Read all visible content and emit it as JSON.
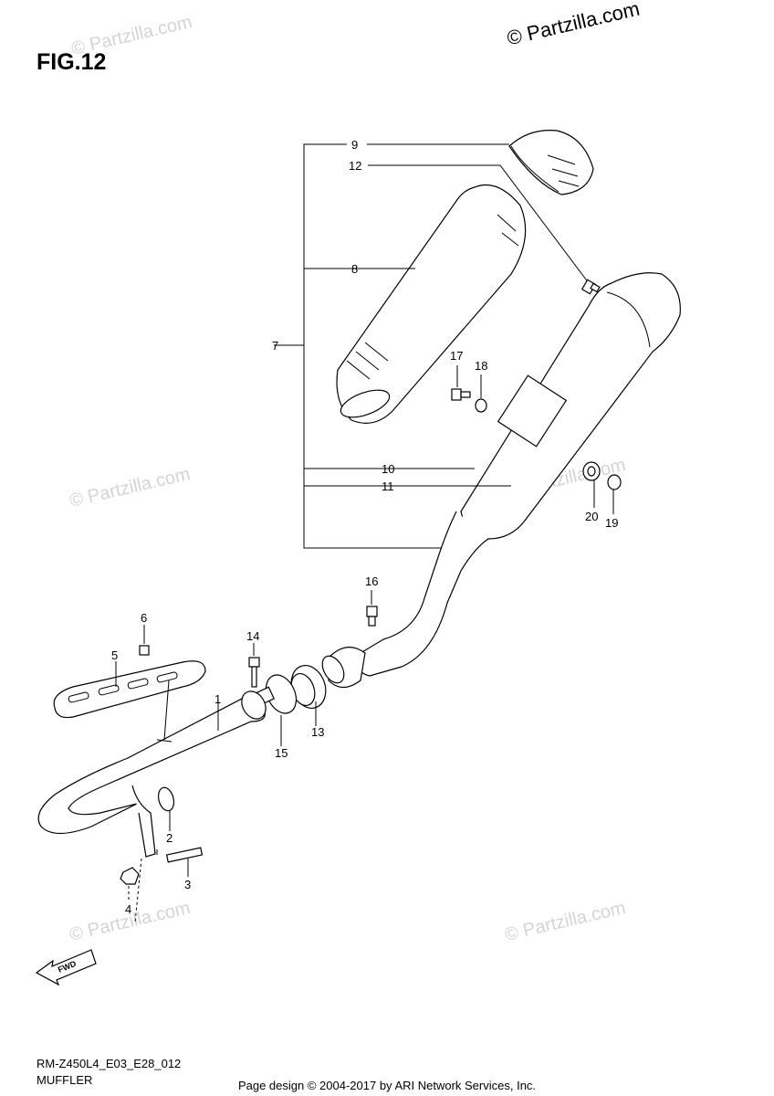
{
  "header": {
    "figure_label": "FIG.12",
    "copyright": "© Partzilla.com"
  },
  "footer": {
    "model_code": "RM-Z450L4_E03_E28_012",
    "section_name": "MUFFLER",
    "credit": "Page design © 2004-2017 by ARI Network Services, Inc."
  },
  "watermark": "© Partzilla.com",
  "callouts": {
    "p1": "1",
    "p2": "2",
    "p3": "3",
    "p4": "4",
    "p5": "5",
    "p6": "6",
    "p7": "7",
    "p8": "8",
    "p9": "9",
    "p10": "10",
    "p11": "11",
    "p12": "12",
    "p13": "13",
    "p14": "14",
    "p15": "15",
    "p16": "16",
    "p17": "17",
    "p18": "18",
    "p19": "19",
    "p20": "20"
  },
  "icons": {
    "fwd_arrow": "forward-direction-icon",
    "fwd_text": "FWD"
  }
}
